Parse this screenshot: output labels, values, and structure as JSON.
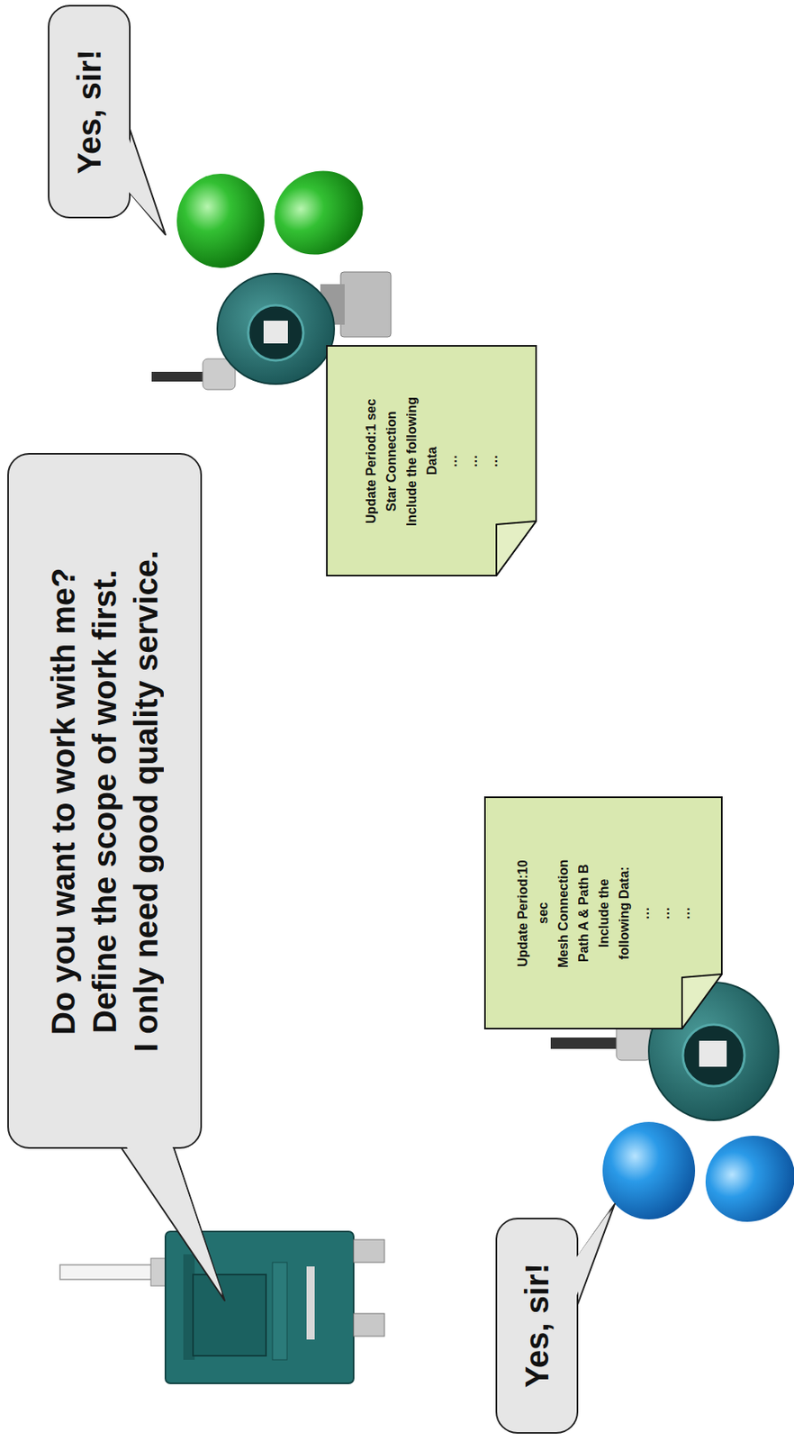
{
  "diagram": {
    "nodes": [
      {
        "text": [
          "Do you want to work with me?",
          "Define the scope of work first.",
          "I only need good quality service."
        ]
      },
      {
        "text": [
          "Yes, sir!"
        ]
      },
      {
        "text": [
          "Update Period:1 sec",
          "Star Connection",
          "Include the following Data",
          "…",
          "…",
          "…"
        ]
      },
      {
        "text": [
          "Update Period:10 sec",
          "Mesh Connection",
          "Path A & Path B",
          "Include the following Data:",
          "…",
          "…",
          "…"
        ]
      },
      {
        "text": [
          "Yes, sir!"
        ]
      }
    ]
  }
}
